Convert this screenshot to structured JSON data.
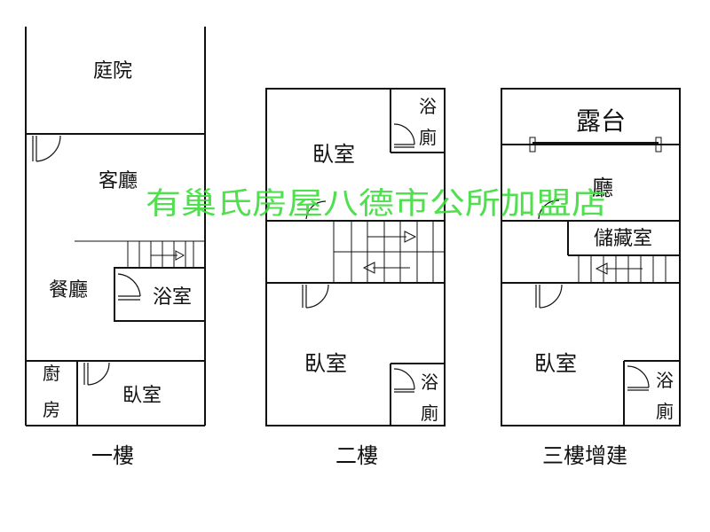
{
  "floors": {
    "f1": {
      "label": "一樓",
      "rooms": {
        "courtyard": "庭院",
        "living": "客廳",
        "dining": "餐廳",
        "bath": "浴室",
        "kitchen_1": "廚",
        "kitchen_2": "房",
        "bedroom": "臥室"
      }
    },
    "f2": {
      "label": "二樓",
      "rooms": {
        "bedroom_top": "臥室",
        "bedroom_bottom": "臥室",
        "wc_top_1": "浴",
        "wc_top_2": "廁",
        "wc_bottom_1": "浴",
        "wc_bottom_2": "廁"
      }
    },
    "f3": {
      "label": "三樓增建",
      "rooms": {
        "terrace": "露台",
        "hall": "廳",
        "storage": "儲藏室",
        "bedroom": "臥室",
        "wc_1": "浴",
        "wc_2": "廁"
      }
    }
  },
  "watermark": {
    "text": "有巢氏房屋八德市公所加盟店",
    "color": "#3ddc3d"
  }
}
